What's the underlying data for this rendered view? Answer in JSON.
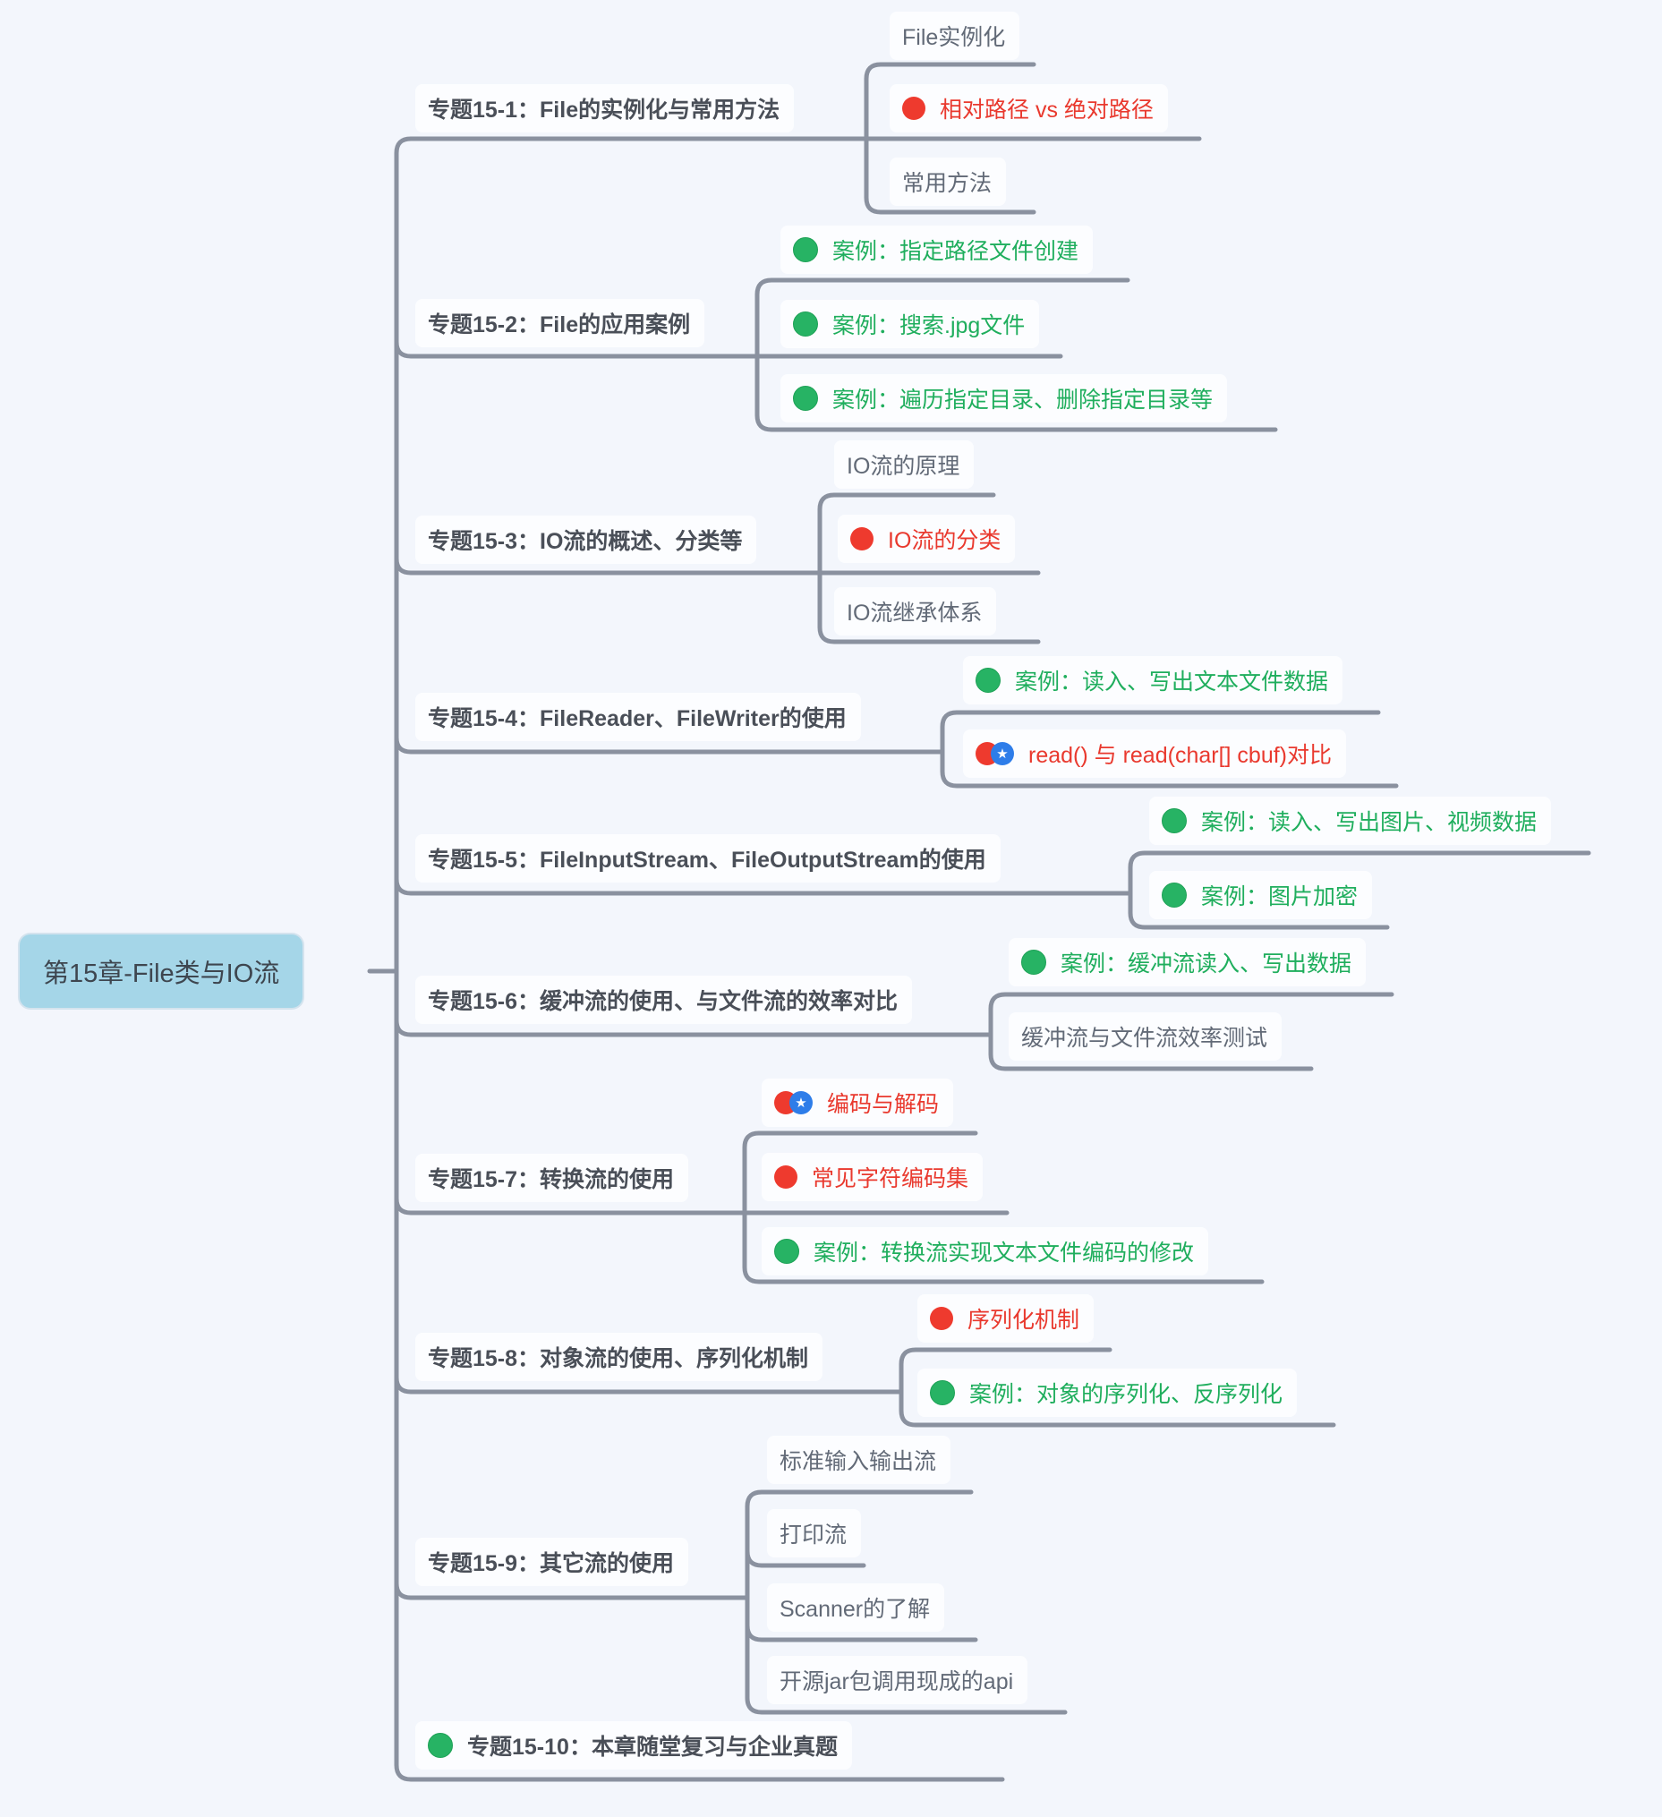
{
  "root": {
    "label": "第15章-File类与IO流"
  },
  "colors": {
    "background": "#f3f6fc",
    "line_gray": "#8a919f",
    "topic_text": "#4a4f58",
    "child_text_gray": "#626a77",
    "accent_green": "#1fae5d",
    "accent_red": "#e9392e",
    "star_badge_blue": "#2e7de9",
    "root_fill": "#a5d6e8"
  },
  "icons": {
    "green_dot": "green-dot",
    "red_dot": "red-dot",
    "red_dot_star": "red-dot-with-blue-star-badge"
  },
  "topics": [
    {
      "label": "专题15-1：File的实例化与常用方法",
      "children": [
        {
          "text": "File实例化",
          "color": "gray",
          "dot": "none"
        },
        {
          "text": "相对路径 vs 绝对路径",
          "color": "red",
          "dot": "red"
        },
        {
          "text": "常用方法",
          "color": "gray",
          "dot": "none"
        }
      ]
    },
    {
      "label": "专题15-2：File的应用案例",
      "children": [
        {
          "text": "案例：指定路径文件创建",
          "color": "green",
          "dot": "green"
        },
        {
          "text": "案例：搜索.jpg文件",
          "color": "green",
          "dot": "green"
        },
        {
          "text": "案例：遍历指定目录、删除指定目录等",
          "color": "green",
          "dot": "green"
        }
      ]
    },
    {
      "label": "专题15-3：IO流的概述、分类等",
      "children": [
        {
          "text": "IO流的原理",
          "color": "gray",
          "dot": "none"
        },
        {
          "text": "IO流的分类",
          "color": "red",
          "dot": "red"
        },
        {
          "text": "IO流继承体系",
          "color": "gray",
          "dot": "none"
        }
      ]
    },
    {
      "label": "专题15-4：FileReader、FileWriter的使用",
      "children": [
        {
          "text": "案例：读入、写出文本文件数据",
          "color": "green",
          "dot": "green"
        },
        {
          "text": "read() 与 read(char[] cbuf)对比",
          "color": "red",
          "dot": "red-star"
        }
      ]
    },
    {
      "label": "专题15-5：FileInputStream、FileOutputStream的使用",
      "children": [
        {
          "text": "案例：读入、写出图片、视频数据",
          "color": "green",
          "dot": "green"
        },
        {
          "text": "案例：图片加密",
          "color": "green",
          "dot": "green"
        }
      ]
    },
    {
      "label": "专题15-6：缓冲流的使用、与文件流的效率对比",
      "children": [
        {
          "text": "案例：缓冲流读入、写出数据",
          "color": "green",
          "dot": "green"
        },
        {
          "text": "缓冲流与文件流效率测试",
          "color": "gray",
          "dot": "none"
        }
      ]
    },
    {
      "label": "专题15-7：转换流的使用",
      "children": [
        {
          "text": "编码与解码",
          "color": "red",
          "dot": "red-star"
        },
        {
          "text": "常见字符编码集",
          "color": "red",
          "dot": "red"
        },
        {
          "text": "案例：转换流实现文本文件编码的修改",
          "color": "green",
          "dot": "green"
        }
      ]
    },
    {
      "label": "专题15-8：对象流的使用、序列化机制",
      "children": [
        {
          "text": "序列化机制",
          "color": "red",
          "dot": "red"
        },
        {
          "text": "案例：对象的序列化、反序列化",
          "color": "green",
          "dot": "green"
        }
      ]
    },
    {
      "label": "专题15-9：其它流的使用",
      "children": [
        {
          "text": "标准输入输出流",
          "color": "gray",
          "dot": "none"
        },
        {
          "text": "打印流",
          "color": "gray",
          "dot": "none"
        },
        {
          "text": "Scanner的了解",
          "color": "gray",
          "dot": "none"
        },
        {
          "text": "开源jar包调用现成的api",
          "color": "gray",
          "dot": "none"
        }
      ]
    },
    {
      "label": "专题15-10：本章随堂复习与企业真题",
      "children": [],
      "dot": "green",
      "color": "green"
    }
  ]
}
